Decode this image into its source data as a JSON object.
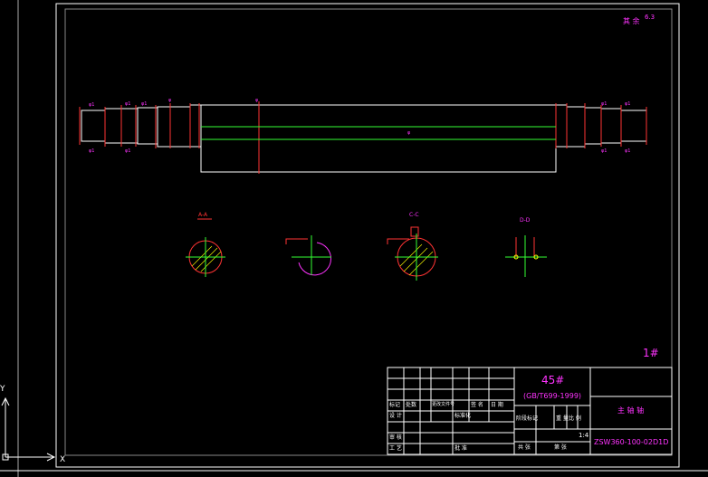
{
  "drawing": {
    "material": "45#",
    "standard": "(GB/T699-1999)",
    "part_name": "主 轴 轴",
    "drawing_number": "ZSW360-100-02D1D",
    "sheet_mark": "1#",
    "scale": "1:4",
    "roughness_note": "其 余",
    "roughness_value": "6.3"
  },
  "sections": {
    "a": "A-A",
    "c": "C-C",
    "d": "D-D"
  },
  "title_block": {
    "mark": "标记",
    "count": "处数",
    "zone": "更改文件号",
    "sign": "签 名",
    "date": "日 期",
    "design": "设 计",
    "standardize": "标准化",
    "check": "审 核",
    "process": "工 艺",
    "approve": "批 准",
    "stage_mark": "阶段标记",
    "weight": "重 量",
    "ratio": "比 例",
    "sheets": "共 张",
    "sheet_no": "第 张"
  },
  "ucs": {
    "x": "X",
    "y": "Y"
  },
  "colors": {
    "outline": "#ffffff",
    "dimension": "#ff3333",
    "text": "#ff33ff",
    "centerline": "#33ff33",
    "hatch": "#ffff00"
  }
}
